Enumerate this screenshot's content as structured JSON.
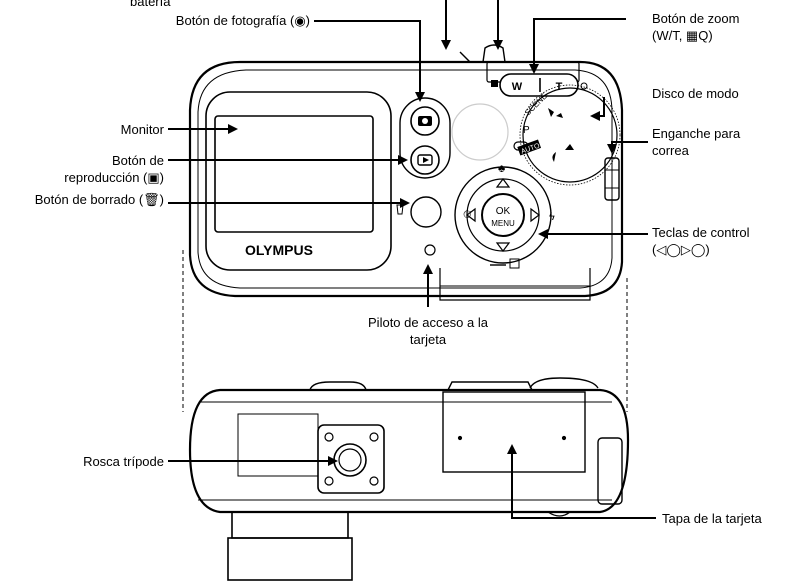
{
  "labels": {
    "battery_partial": "batería",
    "photo_button": "Botón de fotografía (◉)",
    "monitor": "Monitor",
    "playback_line1": "Botón de",
    "playback_line2": "reproducción (▣)",
    "erase_button": "Botón de borrado (🗑)",
    "zoom_line1": "Botón de zoom",
    "zoom_line2": "(W/T, ▦Q)",
    "mode_dial": "Disco de modo",
    "strap_line1": "Enganche para",
    "strap_line2": "correa",
    "control_line1": "Teclas de control",
    "control_line2": "(◁◯▷◯)",
    "access_line1": "Piloto de acceso a la",
    "access_line2": "tarjeta",
    "tripod": "Rosca trípode",
    "card_cover": "Tapa de la tarjeta"
  },
  "camera": {
    "brand": "OLYMPUS",
    "ok_label": "OK",
    "menu_label": "MENU",
    "zoom_w": "W",
    "zoom_t": "T",
    "mode_labels": [
      "SCENE",
      "P",
      "AUTO"
    ]
  },
  "icons": [
    "camera-icon",
    "playback-icon",
    "trash-icon",
    "arrow-pad-icons",
    "flash-icon",
    "macro-icon",
    "timer-icon"
  ]
}
